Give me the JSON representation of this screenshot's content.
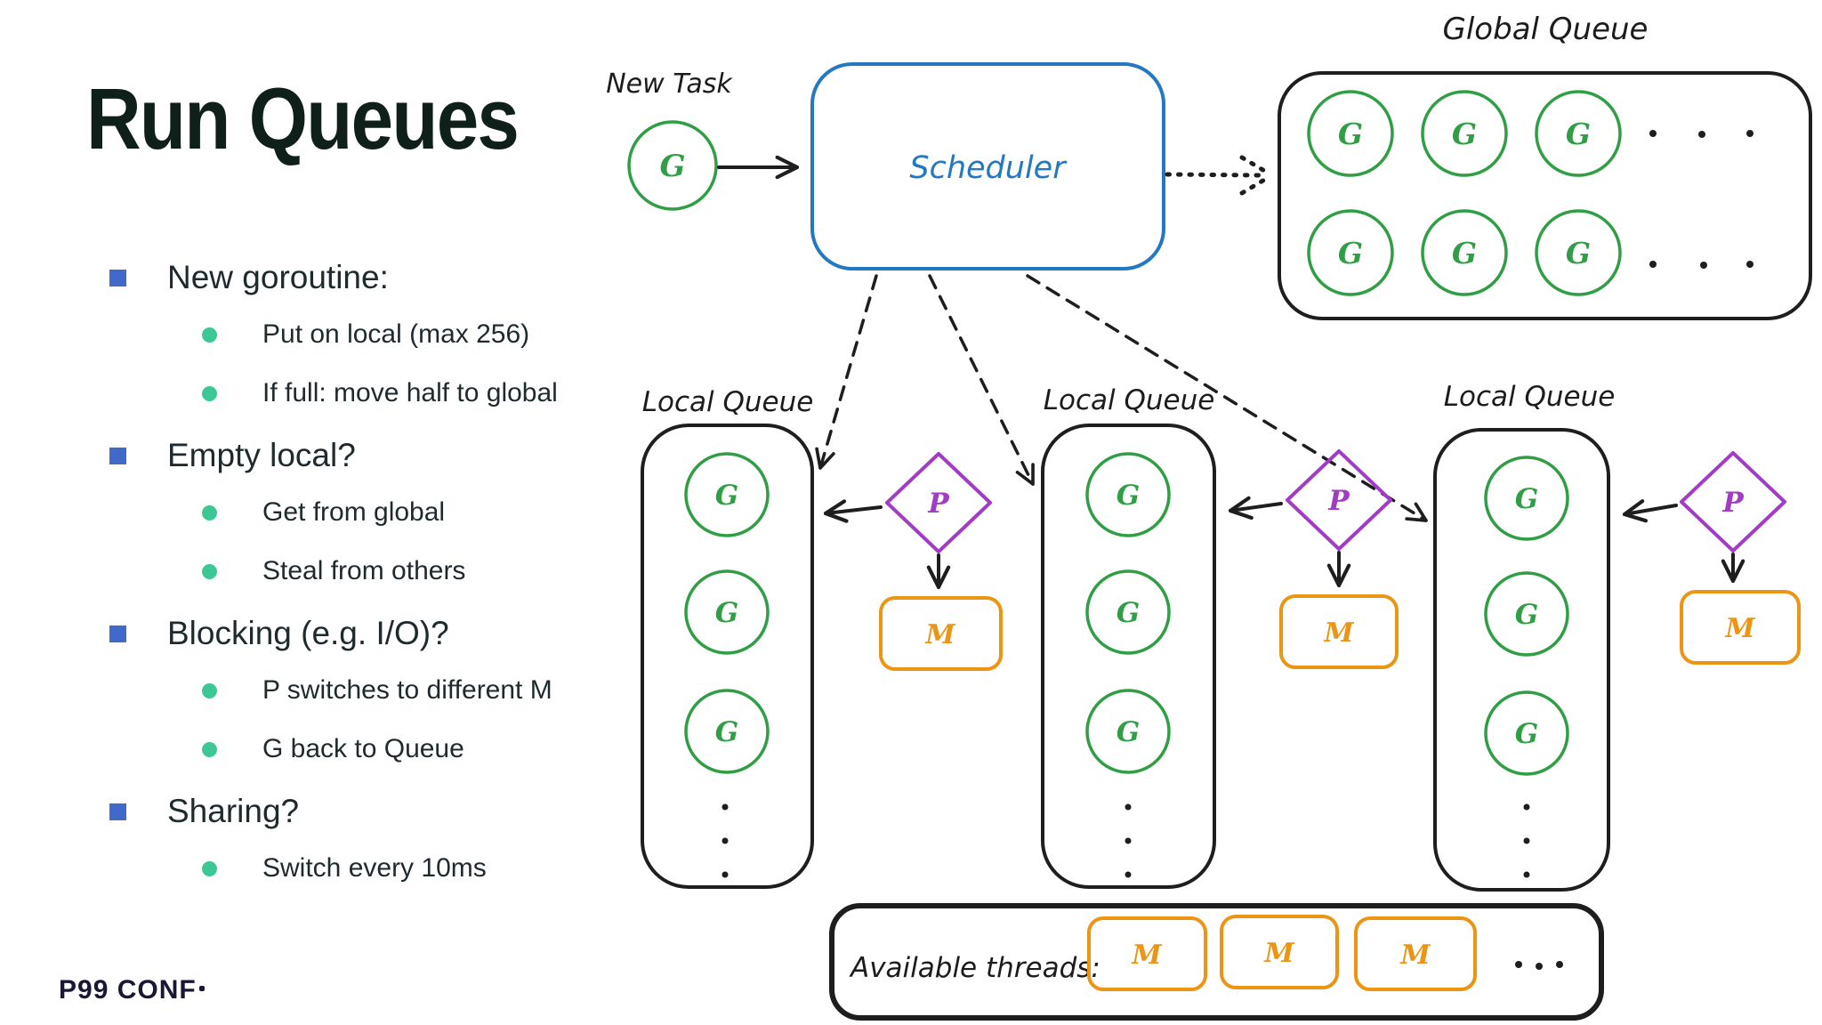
{
  "slide": {
    "title": "Run Queues",
    "logo": "P99 CONF",
    "bullets": [
      {
        "label": "New goroutine:",
        "sub": [
          "Put on local (max 256)",
          "If full: move half to global"
        ]
      },
      {
        "label": "Empty local?",
        "sub": [
          "Get from global",
          "Steal from others"
        ]
      },
      {
        "label": "Blocking (e.g. I/O)?",
        "sub": [
          "P switches to different M",
          "G back to Queue"
        ]
      },
      {
        "label": "Sharing?",
        "sub": [
          "Switch every 10ms"
        ]
      }
    ]
  },
  "diagram": {
    "new_task": "New Task",
    "scheduler": "Scheduler",
    "global_queue": "Global Queue",
    "local_queue": "Local Queue",
    "available_threads": "Available threads:",
    "goroutine": "G",
    "processor": "P",
    "machine": "M",
    "colors": {
      "goroutine_green": "#2f9e44",
      "scheduler_blue": "#2478c2",
      "processor_purple": "#a23bc6",
      "machine_orange": "#ec9413",
      "stroke_black": "#1e1e1e",
      "bullet_blue": "#4169c9",
      "bullet_teal": "#3cc795",
      "title_dark": "#0e2019",
      "logo_navy": "#181735"
    }
  }
}
